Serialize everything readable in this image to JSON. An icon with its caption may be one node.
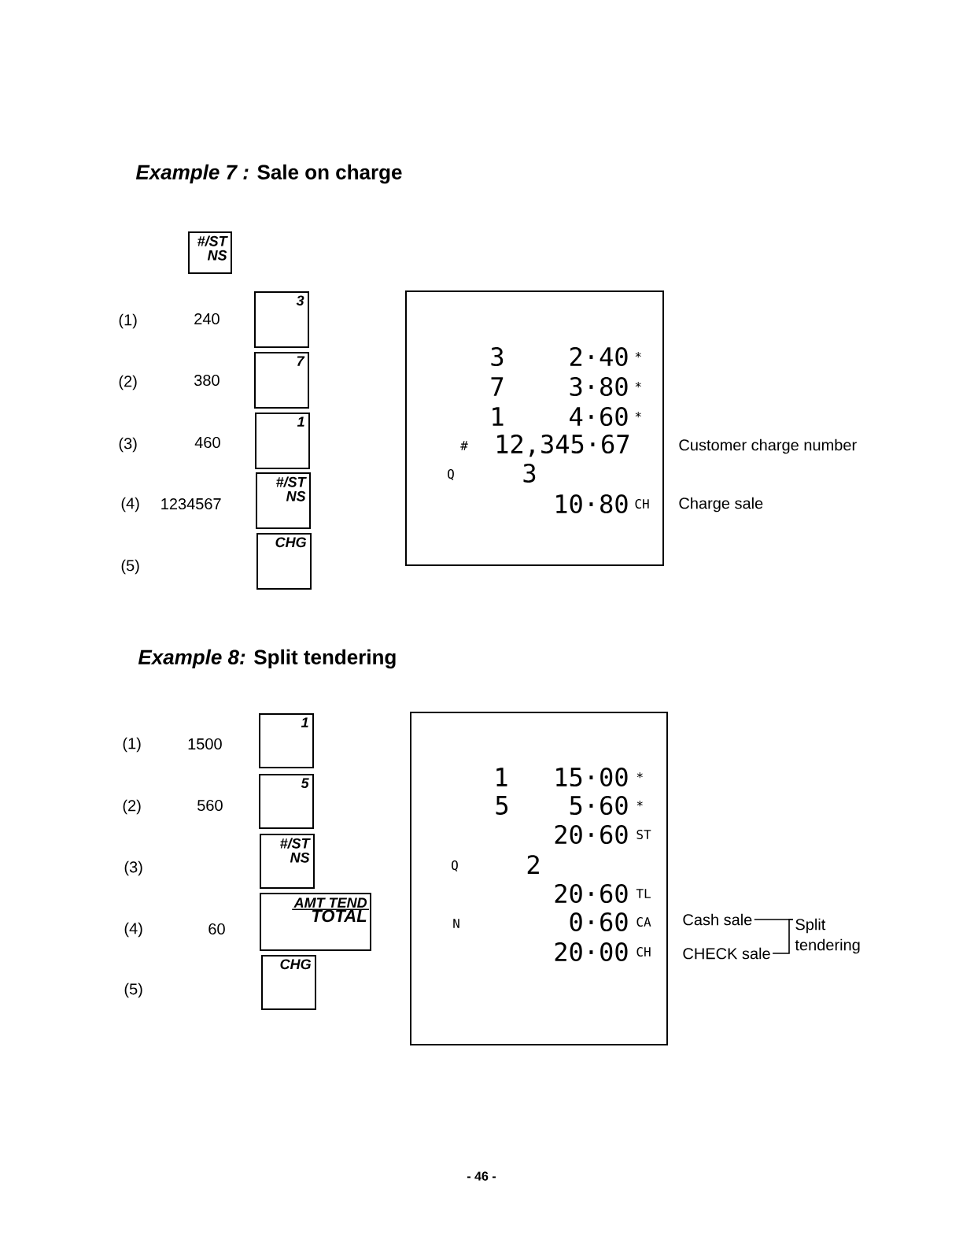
{
  "diagram": {
    "nodes": [
      {
        "text": [
          "#/ST NS"
        ]
      },
      {
        "text": [
          "3"
        ]
      },
      {
        "text": [
          "7"
        ]
      },
      {
        "text": [
          "1"
        ]
      },
      {
        "text": [
          "#/ST NS"
        ]
      },
      {
        "text": [
          "CHG"
        ]
      },
      {
        "text": [
          "3",
          "2·40",
          "*",
          "7",
          "3·80",
          "*",
          "1",
          "4·60",
          "*",
          "#",
          "12,345·67",
          "Q",
          "3",
          "10·80",
          "CH"
        ]
      },
      {
        "text": [
          "1"
        ]
      },
      {
        "text": [
          "5"
        ]
      },
      {
        "text": [
          "#/ST NS"
        ]
      },
      {
        "text": [
          "AMT TEND",
          "TOTAL"
        ]
      },
      {
        "text": [
          "CHG"
        ]
      },
      {
        "text": [
          "1",
          "15·00",
          "*",
          "5",
          "5·60",
          "*",
          "20·60",
          "ST",
          "Q",
          "2",
          "20·60",
          "TL",
          "N",
          "0·60",
          "CA",
          "20·00",
          "CH"
        ]
      },
      {
        "text": [
          "Cash sale"
        ]
      },
      {
        "text": [
          "CHECK sale"
        ]
      },
      {
        "text": [
          "Split tendering"
        ]
      }
    ],
    "edges": [
      {
        "from": 13,
        "to": 15,
        "arrow": "none"
      },
      {
        "from": 14,
        "to": 15,
        "arrow": "none"
      }
    ],
    "labels": [
      "*Example 7 :* Sale on charge",
      "(1)",
      "240",
      "(2)",
      "380",
      "(3)",
      "460",
      "Customer charge number",
      "(4)",
      "1234567",
      "Charge sale",
      "(5)",
      "*Example 8:* Split tendering",
      "(1)",
      "1500",
      "(2)",
      "560",
      "(3)",
      "(4)",
      "60",
      "(5)",
      "- 46 -"
    ]
  }
}
